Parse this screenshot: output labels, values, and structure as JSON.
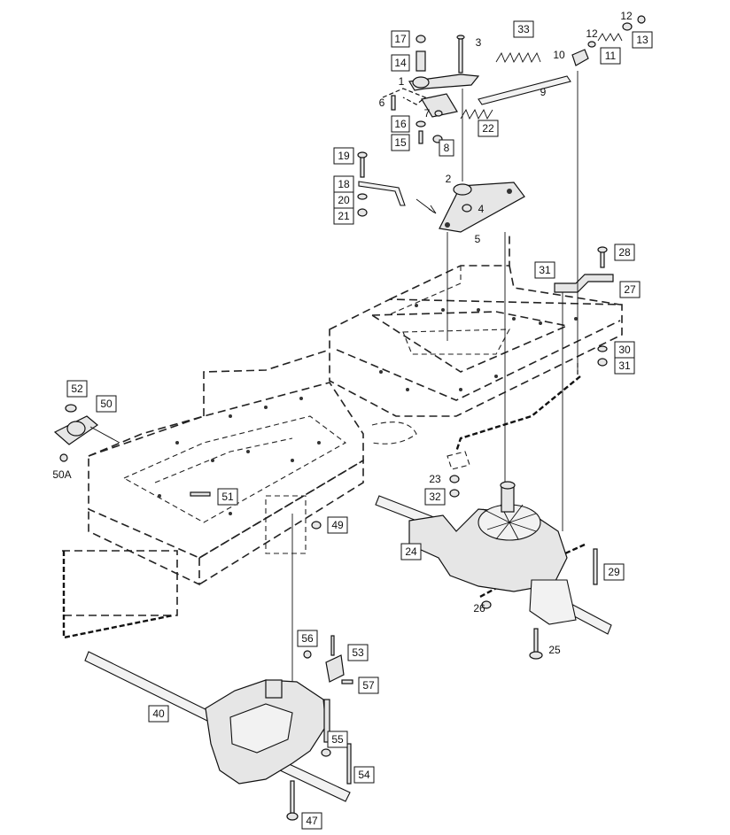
{
  "callouts": [
    {
      "id": "c1",
      "label": "1"
    },
    {
      "id": "c2",
      "label": "2"
    },
    {
      "id": "c3",
      "label": "3"
    },
    {
      "id": "c4",
      "label": "4"
    },
    {
      "id": "c5",
      "label": "5"
    },
    {
      "id": "c6",
      "label": "6"
    },
    {
      "id": "c7",
      "label": "7"
    },
    {
      "id": "c8",
      "label": "8"
    },
    {
      "id": "c9",
      "label": "9"
    },
    {
      "id": "c10",
      "label": "10"
    },
    {
      "id": "c11",
      "label": "11"
    },
    {
      "id": "c12a",
      "label": "12"
    },
    {
      "id": "c12b",
      "label": "12"
    },
    {
      "id": "c13",
      "label": "13"
    },
    {
      "id": "c14",
      "label": "14"
    },
    {
      "id": "c15",
      "label": "15"
    },
    {
      "id": "c16",
      "label": "16"
    },
    {
      "id": "c17",
      "label": "17"
    },
    {
      "id": "c18",
      "label": "18"
    },
    {
      "id": "c19",
      "label": "19"
    },
    {
      "id": "c20",
      "label": "20"
    },
    {
      "id": "c21",
      "label": "21"
    },
    {
      "id": "c22",
      "label": "22"
    },
    {
      "id": "c23",
      "label": "23"
    },
    {
      "id": "c24",
      "label": "24"
    },
    {
      "id": "c25",
      "label": "25"
    },
    {
      "id": "c26",
      "label": "26"
    },
    {
      "id": "c27",
      "label": "27"
    },
    {
      "id": "c28",
      "label": "28"
    },
    {
      "id": "c29",
      "label": "29"
    },
    {
      "id": "c30",
      "label": "30"
    },
    {
      "id": "c31a",
      "label": "31"
    },
    {
      "id": "c31b",
      "label": "31"
    },
    {
      "id": "c32",
      "label": "32"
    },
    {
      "id": "c33",
      "label": "33"
    },
    {
      "id": "c40",
      "label": "40"
    },
    {
      "id": "c47",
      "label": "47"
    },
    {
      "id": "c49",
      "label": "49"
    },
    {
      "id": "c50",
      "label": "50"
    },
    {
      "id": "c50a",
      "label": "50A"
    },
    {
      "id": "c51",
      "label": "51"
    },
    {
      "id": "c52",
      "label": "52"
    },
    {
      "id": "c53",
      "label": "53"
    },
    {
      "id": "c54",
      "label": "54"
    },
    {
      "id": "c55",
      "label": "55"
    },
    {
      "id": "c56",
      "label": "56"
    },
    {
      "id": "c57",
      "label": "57"
    }
  ]
}
